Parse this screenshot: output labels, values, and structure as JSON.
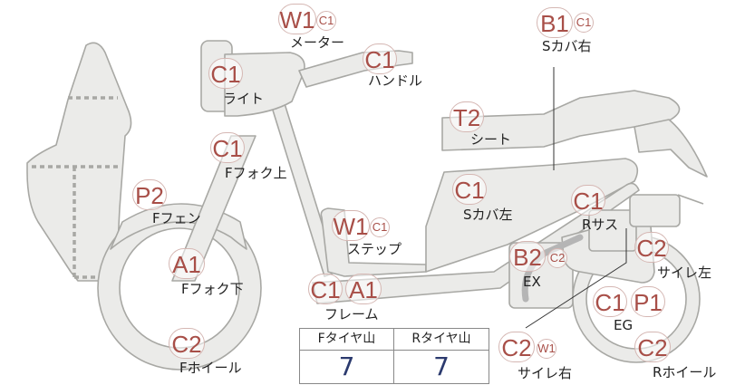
{
  "parts": {
    "meter": {
      "codes": [
        "W1"
      ],
      "sub": "C1",
      "label": "メーター"
    },
    "handle": {
      "codes": [
        "C1"
      ],
      "label": "ハンドル"
    },
    "light": {
      "codes": [
        "C1"
      ],
      "label": "ライト"
    },
    "side_cover_r": {
      "codes": [
        "B1"
      ],
      "sub": "C1",
      "label": "Sカバ右"
    },
    "seat": {
      "codes": [
        "T2"
      ],
      "label": "シート"
    },
    "fork_upper": {
      "codes": [
        "C1"
      ],
      "label": "Fフォク上"
    },
    "side_cover_l": {
      "codes": [
        "C1"
      ],
      "label": "Sカバ左"
    },
    "fender": {
      "codes": [
        "P2"
      ],
      "label": "Fフェン"
    },
    "r_sus": {
      "codes": [
        "C1"
      ],
      "label": "Rサス"
    },
    "step": {
      "codes": [
        "W1"
      ],
      "sub": "C1",
      "label": "ステップ"
    },
    "muffler_l": {
      "codes": [
        "C2"
      ],
      "label": "サイレ左"
    },
    "ex": {
      "codes": [
        "B2"
      ],
      "sub": "C2",
      "label": "EX"
    },
    "fork_lower": {
      "codes": [
        "A1"
      ],
      "label": "Fフォク下"
    },
    "frame": {
      "codes": [
        "C1",
        "A1"
      ],
      "label": "フレーム"
    },
    "eg": {
      "codes": [
        "C1",
        "P1"
      ],
      "label": "EG"
    },
    "f_wheel": {
      "codes": [
        "C2"
      ],
      "label": "Fホイール"
    },
    "muffler_r": {
      "codes": [
        "C2"
      ],
      "sub": "W1",
      "label": "サイレ右"
    },
    "r_wheel": {
      "codes": [
        "C2"
      ],
      "label": "Rホイール"
    }
  },
  "tread": {
    "headers": [
      "Fタイヤ山",
      "Rタイヤ山"
    ],
    "values": [
      "7",
      "7"
    ]
  },
  "colors": {
    "code": "#a84f48",
    "tread_value": "#2b3a6e",
    "part_fill": "#ebebe9",
    "part_stroke": "#a8a8a4"
  }
}
